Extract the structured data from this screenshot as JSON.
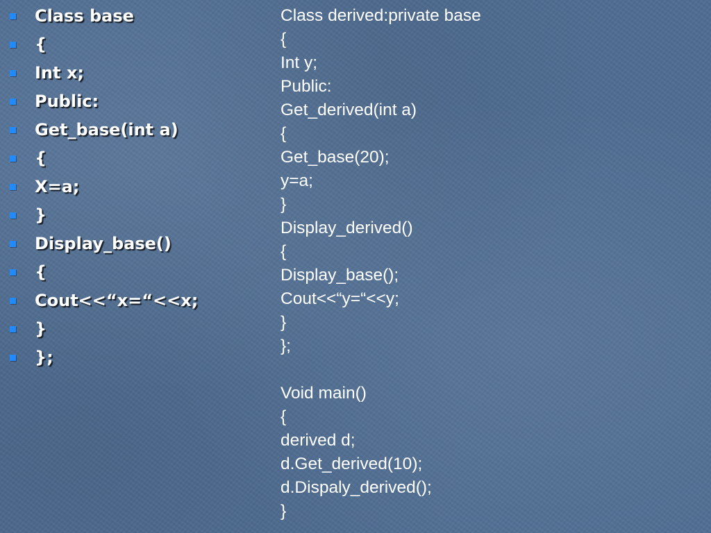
{
  "slide": {
    "background_color": "#4f6d92",
    "bullet_color": "#1f8bff",
    "bullet_icon": "square-bullet-icon",
    "left_lines": [
      "Class base",
      "{",
      "Int x;",
      "Public:",
      "Get_base(int a)",
      "{",
      "X=a;",
      "}",
      "Display_base()",
      "{",
      "Cout<<“x=“<<x;",
      "}",
      "};"
    ],
    "right_lines": [
      "Class derived:private base",
      "{",
      "Int y;",
      "Public:",
      "Get_derived(int a)",
      "{",
      "Get_base(20);",
      "y=a;",
      "}",
      "Display_derived()",
      "{",
      "Display_base();",
      "Cout<<“y=“<<y;",
      "}",
      "};",
      "",
      "Void main()",
      "{",
      "derived d;",
      "d.Get_derived(10);",
      "d.Dispaly_derived();",
      "}"
    ]
  }
}
